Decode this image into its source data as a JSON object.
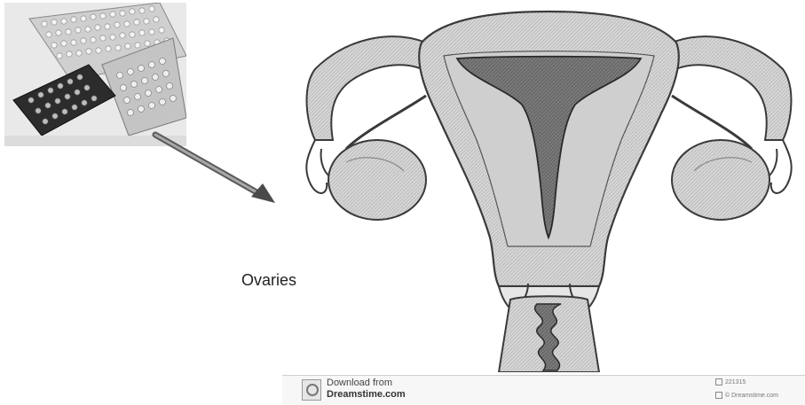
{
  "labels": {
    "ovaries": "Ovaries"
  },
  "watermark": {
    "line1": "Download from",
    "line2": "Dreamstime.com",
    "id_text": "221315",
    "copyright_text": "© Dreamstime.com"
  },
  "icons": {
    "pill_packs": "birth-control-pill-packs-photo",
    "arrow": "arrow-pointing-to-ovary",
    "watermark_logo": "dreamstime-logo-icon"
  },
  "colors": {
    "line": "#3a3a3a",
    "tissue_light": "#d9d9d9",
    "tissue_mid": "#b3b3b3",
    "cavity_dark": "#6e6e6e",
    "arrow": "#5a5a5a"
  }
}
